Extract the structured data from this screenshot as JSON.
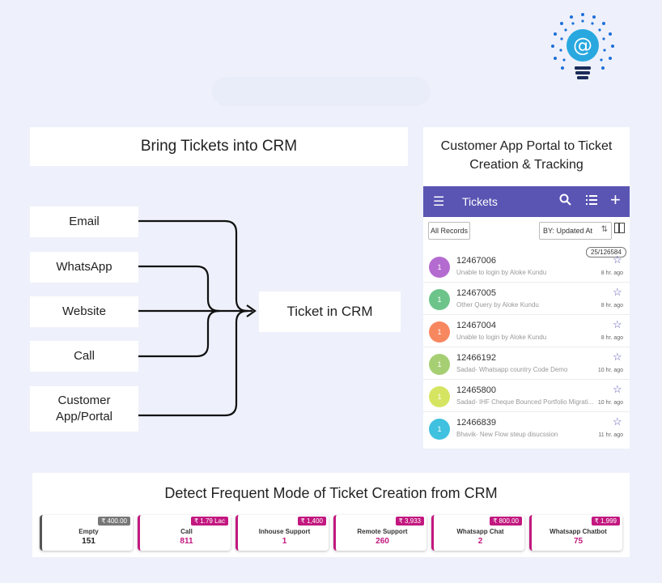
{
  "colors": {
    "background": "#eef1fb",
    "accent": "#5a55b3",
    "line": "#111111",
    "magenta": "#c2187f"
  },
  "left_panel": {
    "title": "Bring Tickets into CRM",
    "sources": [
      {
        "label": "Email"
      },
      {
        "label": "WhatsApp"
      },
      {
        "label": "Website"
      },
      {
        "label": "Call"
      },
      {
        "label": "Customer App/Portal"
      }
    ],
    "destination": "Ticket in CRM"
  },
  "portal": {
    "title": "Customer App Portal to Ticket Creation & Tracking",
    "app_bar": {
      "title": "Tickets",
      "menu_icon": "hamburger-icon",
      "search_icon": "search-icon",
      "list_icon": "list-icon",
      "add_icon": "plus-icon"
    },
    "toolbar": {
      "all_records": "All Records",
      "sort_label": "BY: Updated At"
    },
    "count_badge": "25/126584",
    "tickets": [
      {
        "badge": "1",
        "number": "12467006",
        "desc": "Unable to login by Aloke Kundu",
        "time": "8 hr. ago",
        "color": "#b46bd0"
      },
      {
        "badge": "1",
        "number": "12467005",
        "desc": "Other Query by Aloke Kundu",
        "time": "8 hr. ago",
        "color": "#6cc48a"
      },
      {
        "badge": "1",
        "number": "12467004",
        "desc": "Unable to login by Aloke Kundu",
        "time": "8 hr. ago",
        "color": "#f7875e"
      },
      {
        "badge": "1",
        "number": "12466192",
        "desc": "Sadad- Whatsapp country Code Demo",
        "time": "10 hr. ago",
        "color": "#a6cf74"
      },
      {
        "badge": "1",
        "number": "12465800",
        "desc": "Sadad- IHF Cheque Bounced Portfolio Migrati...",
        "time": "10 hr. ago",
        "color": "#d6e561"
      },
      {
        "badge": "1",
        "number": "12466839",
        "desc": "Bhavik- New Flow steup disucssion",
        "time": "11 hr. ago",
        "color": "#3fc1df"
      }
    ]
  },
  "bottom": {
    "title": "Detect Frequent Mode of Ticket Creation from CRM",
    "modes": [
      {
        "label": "Empty",
        "amount": "₹ 400.00",
        "count": "151",
        "accent": "#555555",
        "tag": "#777777",
        "count_color": "#222222"
      },
      {
        "label": "Call",
        "amount": "₹ 1.79 Lac",
        "count": "811",
        "accent": "#c2187f",
        "tag": "#c2187f",
        "count_color": "#c2187f"
      },
      {
        "label": "Inhouse Support",
        "amount": "₹ 1,400",
        "count": "1",
        "accent": "#c2187f",
        "tag": "#c2187f",
        "count_color": "#c2187f"
      },
      {
        "label": "Remote Support",
        "amount": "₹ 3,933",
        "count": "260",
        "accent": "#c2187f",
        "tag": "#c2187f",
        "count_color": "#c2187f"
      },
      {
        "label": "Whatsapp Chat",
        "amount": "₹ 800.00",
        "count": "2",
        "accent": "#c2187f",
        "tag": "#c2187f",
        "count_color": "#c2187f"
      },
      {
        "label": "Whatsapp Chatbot",
        "amount": "₹ 1,999",
        "count": "75",
        "accent": "#c2187f",
        "tag": "#c2187f",
        "count_color": "#c2187f"
      }
    ]
  }
}
